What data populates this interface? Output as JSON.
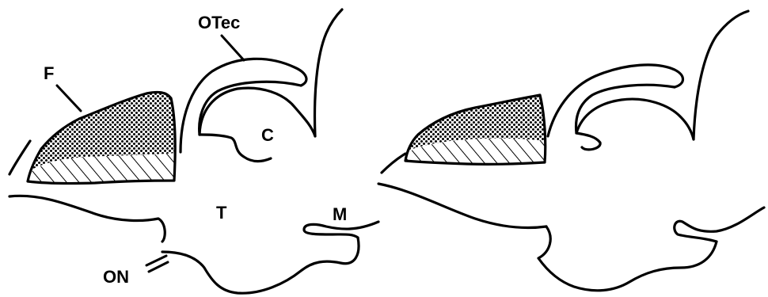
{
  "labels": {
    "forebrain": "F",
    "optic_tectum": "OTec",
    "cerebellum": "C",
    "thalamus": "T",
    "mesencephalon": "M",
    "optic_nerve": "ON"
  },
  "colors": {
    "ink": "#000000",
    "background": "#ffffff"
  }
}
